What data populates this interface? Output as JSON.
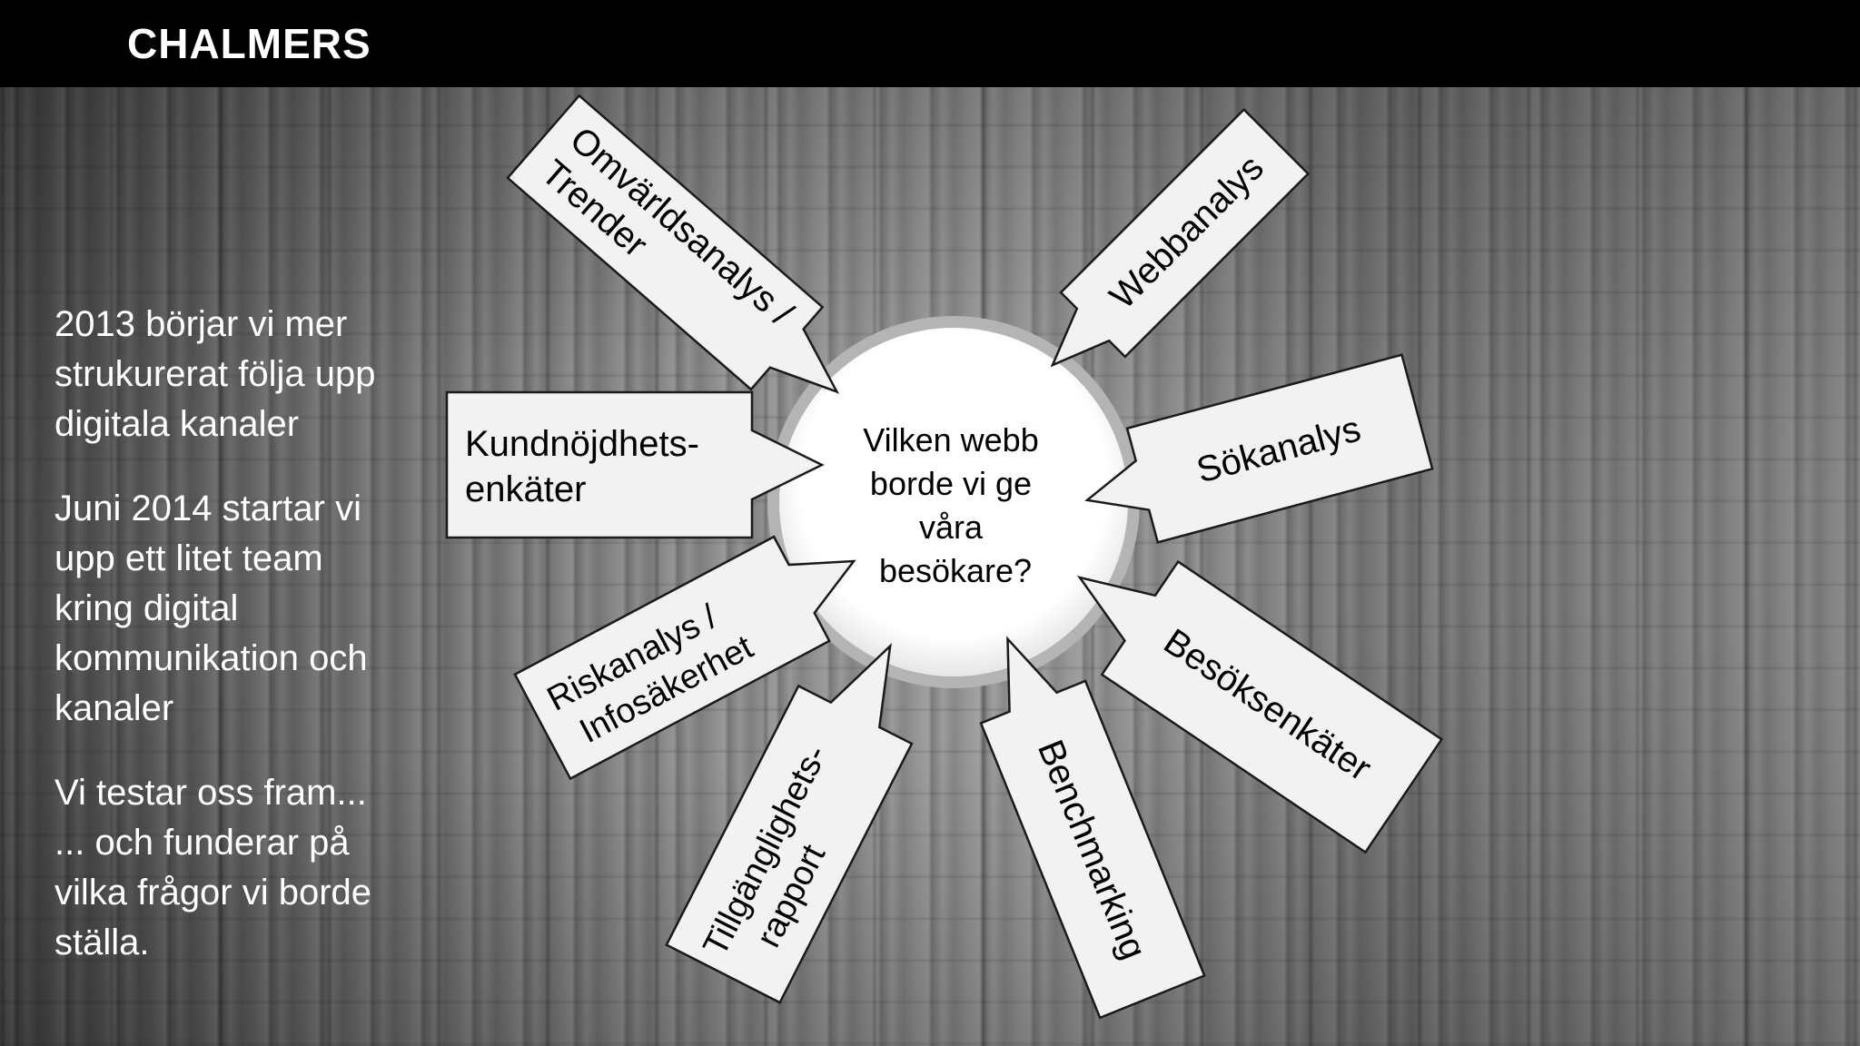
{
  "header": {
    "logo_text": "CHALMERS"
  },
  "left_text": {
    "paragraph_1": [
      "2013 börjar vi mer",
      "strukurerat följa upp",
      "digitala kanaler"
    ],
    "paragraph_2": [
      "Juni 2014 startar vi",
      "upp ett litet team",
      "kring digital",
      "kommunikation och",
      "kanaler"
    ],
    "paragraph_3": [
      "Vi testar oss fram...",
      "... och funderar på",
      "vilka frågor vi borde",
      "ställa."
    ]
  },
  "diagram": {
    "center": [
      "Vilken webb",
      "borde vi ge",
      "våra",
      "besökare?"
    ],
    "boxes": [
      {
        "key": "omvarldsanalys",
        "lines": [
          "Omvärldsanalys /",
          "Trender"
        ]
      },
      {
        "key": "webbanalys",
        "lines": [
          "Webbanalys"
        ]
      },
      {
        "key": "kundnojdhet",
        "lines": [
          "Kundnöjdhets-",
          "enkäter"
        ]
      },
      {
        "key": "sokanalys",
        "lines": [
          "Sökanalys"
        ]
      },
      {
        "key": "riskanalys",
        "lines": [
          "Riskanalys /",
          "Infosäkerhet"
        ]
      },
      {
        "key": "besoksenkater",
        "lines": [
          "Besöksenkäter"
        ]
      },
      {
        "key": "tillganglighet",
        "lines": [
          "Tillgänglighets-",
          "rapport"
        ]
      },
      {
        "key": "benchmarking",
        "lines": [
          "Benchmarking"
        ]
      }
    ]
  },
  "colors": {
    "box_fill": "#f2f2f2",
    "box_stroke": "#1a1a1a",
    "text": "#000000",
    "header_bg": "#000000"
  }
}
